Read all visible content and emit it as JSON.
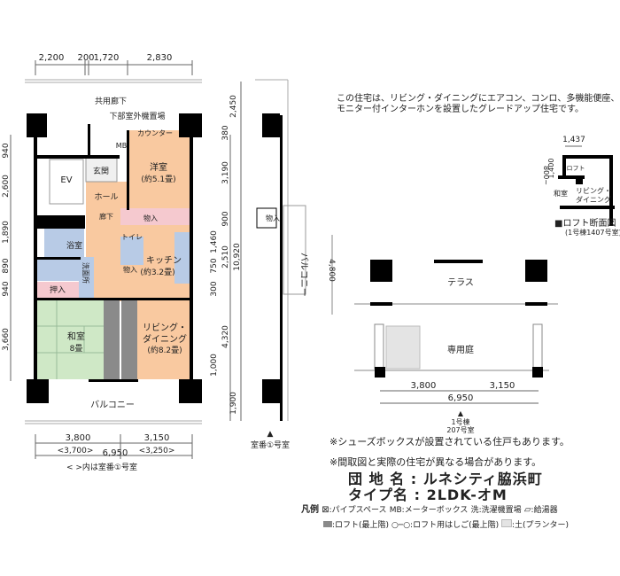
{
  "colors": {
    "orange": "#f9c9a0",
    "blue": "#b8cbe6",
    "pink": "#f5c9cf",
    "green": "#cfe8c6",
    "loft": "#8a8a8a",
    "wall": "#000000"
  },
  "plan": {
    "top_dims": [
      "2,200",
      "200",
      "1,720",
      "2,830"
    ],
    "corridor": "共用廊下",
    "outdoor_unit": "下部室外機置場",
    "counter": "カウンター",
    "mb": "MB",
    "ev": "EV",
    "entrance": "玄関",
    "western_room": "洋室",
    "western_size": "(約5.1畳)",
    "hall": "ホール",
    "hallway": "廊下",
    "storage": "物入",
    "storage_v": "物入",
    "bath": "浴室",
    "toilet": "トイレ",
    "kitchen": "キッチン",
    "kitchen_size": "(約3.2畳)",
    "washroom": "洗面所",
    "closet": "押入",
    "japanese_room": "和室",
    "japanese_size": "8畳",
    "living": "リビング・",
    "dining": "ダイニング",
    "living_size": "(約8.2畳)",
    "balcony": "バルコニー",
    "bottom_dims": [
      "3,800",
      "3,150"
    ],
    "bottom_dims_alt": [
      "<3,700>",
      "<3,250>"
    ],
    "total_width": "6,950",
    "bracket_note": "< >内は室番①号室",
    "left_dims": [
      "940",
      "2,600",
      "1,890",
      "890",
      "940",
      "3,660"
    ],
    "right_dims": [
      "2,450",
      "380",
      "3,190",
      "900",
      "1,460",
      "750",
      "300",
      "4,320",
      "1,000",
      "1,900",
      "2,510",
      "10,920"
    ]
  },
  "section": {
    "balcony": "バルコニー",
    "storage": "物入",
    "room_label": "室番①号室"
  },
  "description": [
    "この住宅は、リビング・ダイニングにエアコン、コンロ、多機能便座、",
    "モニター付インターホンを設置したグレードアップ住宅です。"
  ],
  "loft": {
    "width": "1,437",
    "height": "1,400",
    "height_min": "800~",
    "loft": "ロフト",
    "japanese": "和室",
    "living": "リビング・",
    "dining": "ダイニング",
    "title": "■ロフト断面図",
    "subtitle": "(1号棟1407号室)"
  },
  "terrace": {
    "depth": "4,800",
    "terrace": "テラス",
    "garden": "専用庭",
    "dims": [
      "3,800",
      "3,150"
    ],
    "total": "6,950",
    "building": "1号棟",
    "room": "207号室"
  },
  "notes": [
    "※シューズボックスが設置されている住戸もあります。",
    "※間取図と実際の住宅が異なる場合があります。"
  ],
  "info": {
    "complex_label": "団 地 名",
    "complex_value": "ルネシティ脇浜町",
    "type_label": "タイプ名",
    "type_value": "2LDK-オM",
    "sep": ":"
  },
  "legend": {
    "title": "凡例",
    "items": [
      ":パイプスペース",
      "MB:メーターボックス",
      "洗:洗濯機置場",
      ":給湯器",
      ":ロフト(最上階)",
      "○─○:ロフト用はしご(最上階)",
      ":土(プランター)"
    ]
  }
}
